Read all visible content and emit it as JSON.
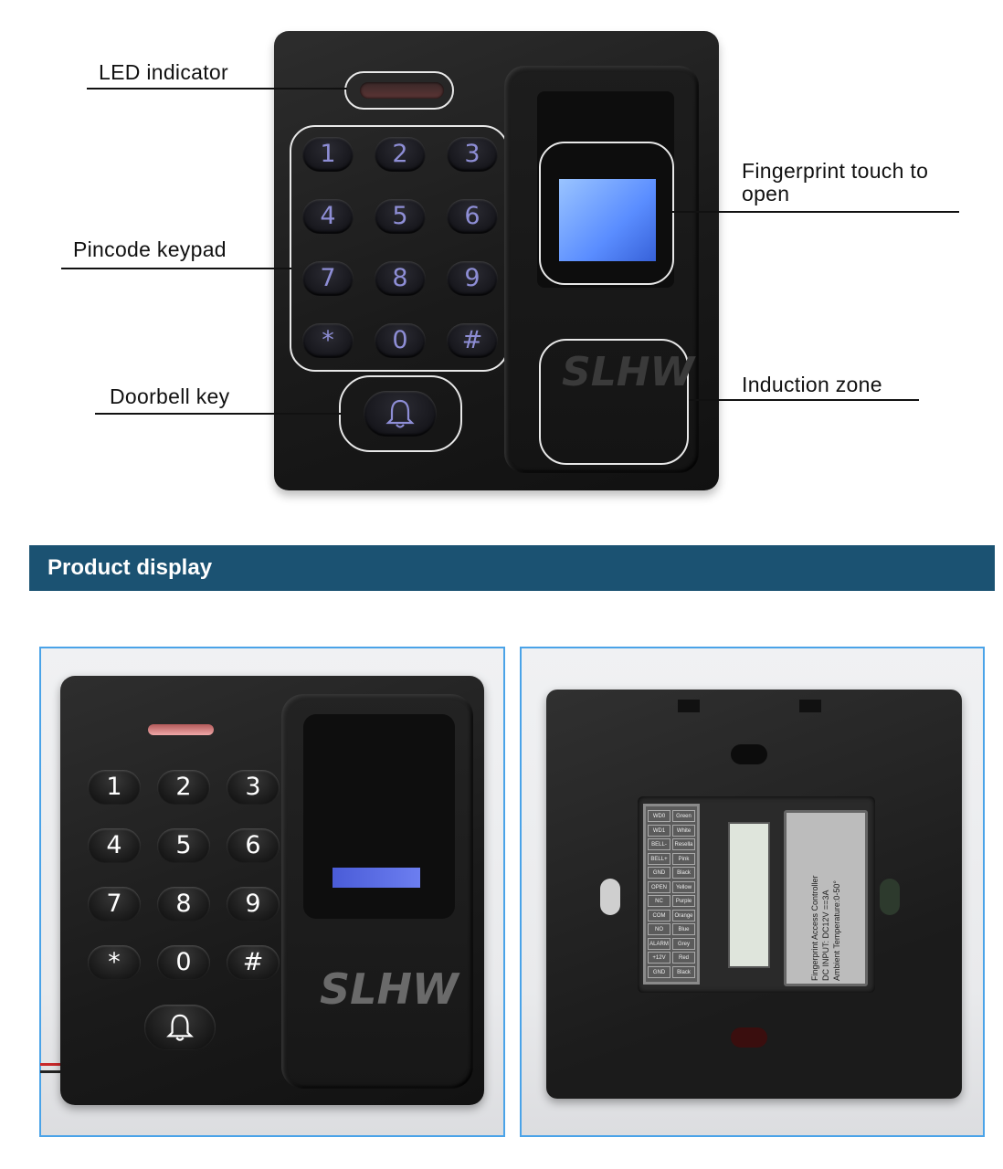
{
  "callouts": {
    "led": "LED indicator",
    "keypad": "Pincode keypad",
    "doorbell": "Doorbell key",
    "fingerprint": "Fingerprint touch to open",
    "induction": "Induction zone"
  },
  "keypad_top": [
    "1",
    "2",
    "3",
    "4",
    "5",
    "6",
    "7",
    "8",
    "9",
    "*",
    "0",
    "#"
  ],
  "keypad_photo": [
    "1",
    "2",
    "3",
    "4",
    "5",
    "6",
    "7",
    "8",
    "9",
    "*",
    "0",
    "#"
  ],
  "logo_text": "SLHW",
  "banner": {
    "title": "Product display"
  },
  "wiring_table": [
    [
      "WD0",
      "Green"
    ],
    [
      "WD1",
      "White"
    ],
    [
      "BELL-",
      "Resella"
    ],
    [
      "BELL+",
      "Pink"
    ],
    [
      "GND",
      "Black"
    ],
    [
      "OPEN",
      "Yellow"
    ],
    [
      "NC",
      "Purple"
    ],
    [
      "COM",
      "Orange"
    ],
    [
      "NO",
      "Blue"
    ],
    [
      "ALARM",
      "Grey"
    ],
    [
      "+12V",
      "Red"
    ],
    [
      "GND",
      "Black"
    ]
  ],
  "label_plate": {
    "line1": "Fingerprint Access Controller",
    "line2": "DC INPUT: DC12V ==3A",
    "line3": "Ambient Temperature:0-50°"
  },
  "colors": {
    "banner": "#1b5272",
    "photo_border": "#4aa3e8",
    "key_glyph_top": "#8e8ed6",
    "sensor_blue": "#5a8dff"
  }
}
